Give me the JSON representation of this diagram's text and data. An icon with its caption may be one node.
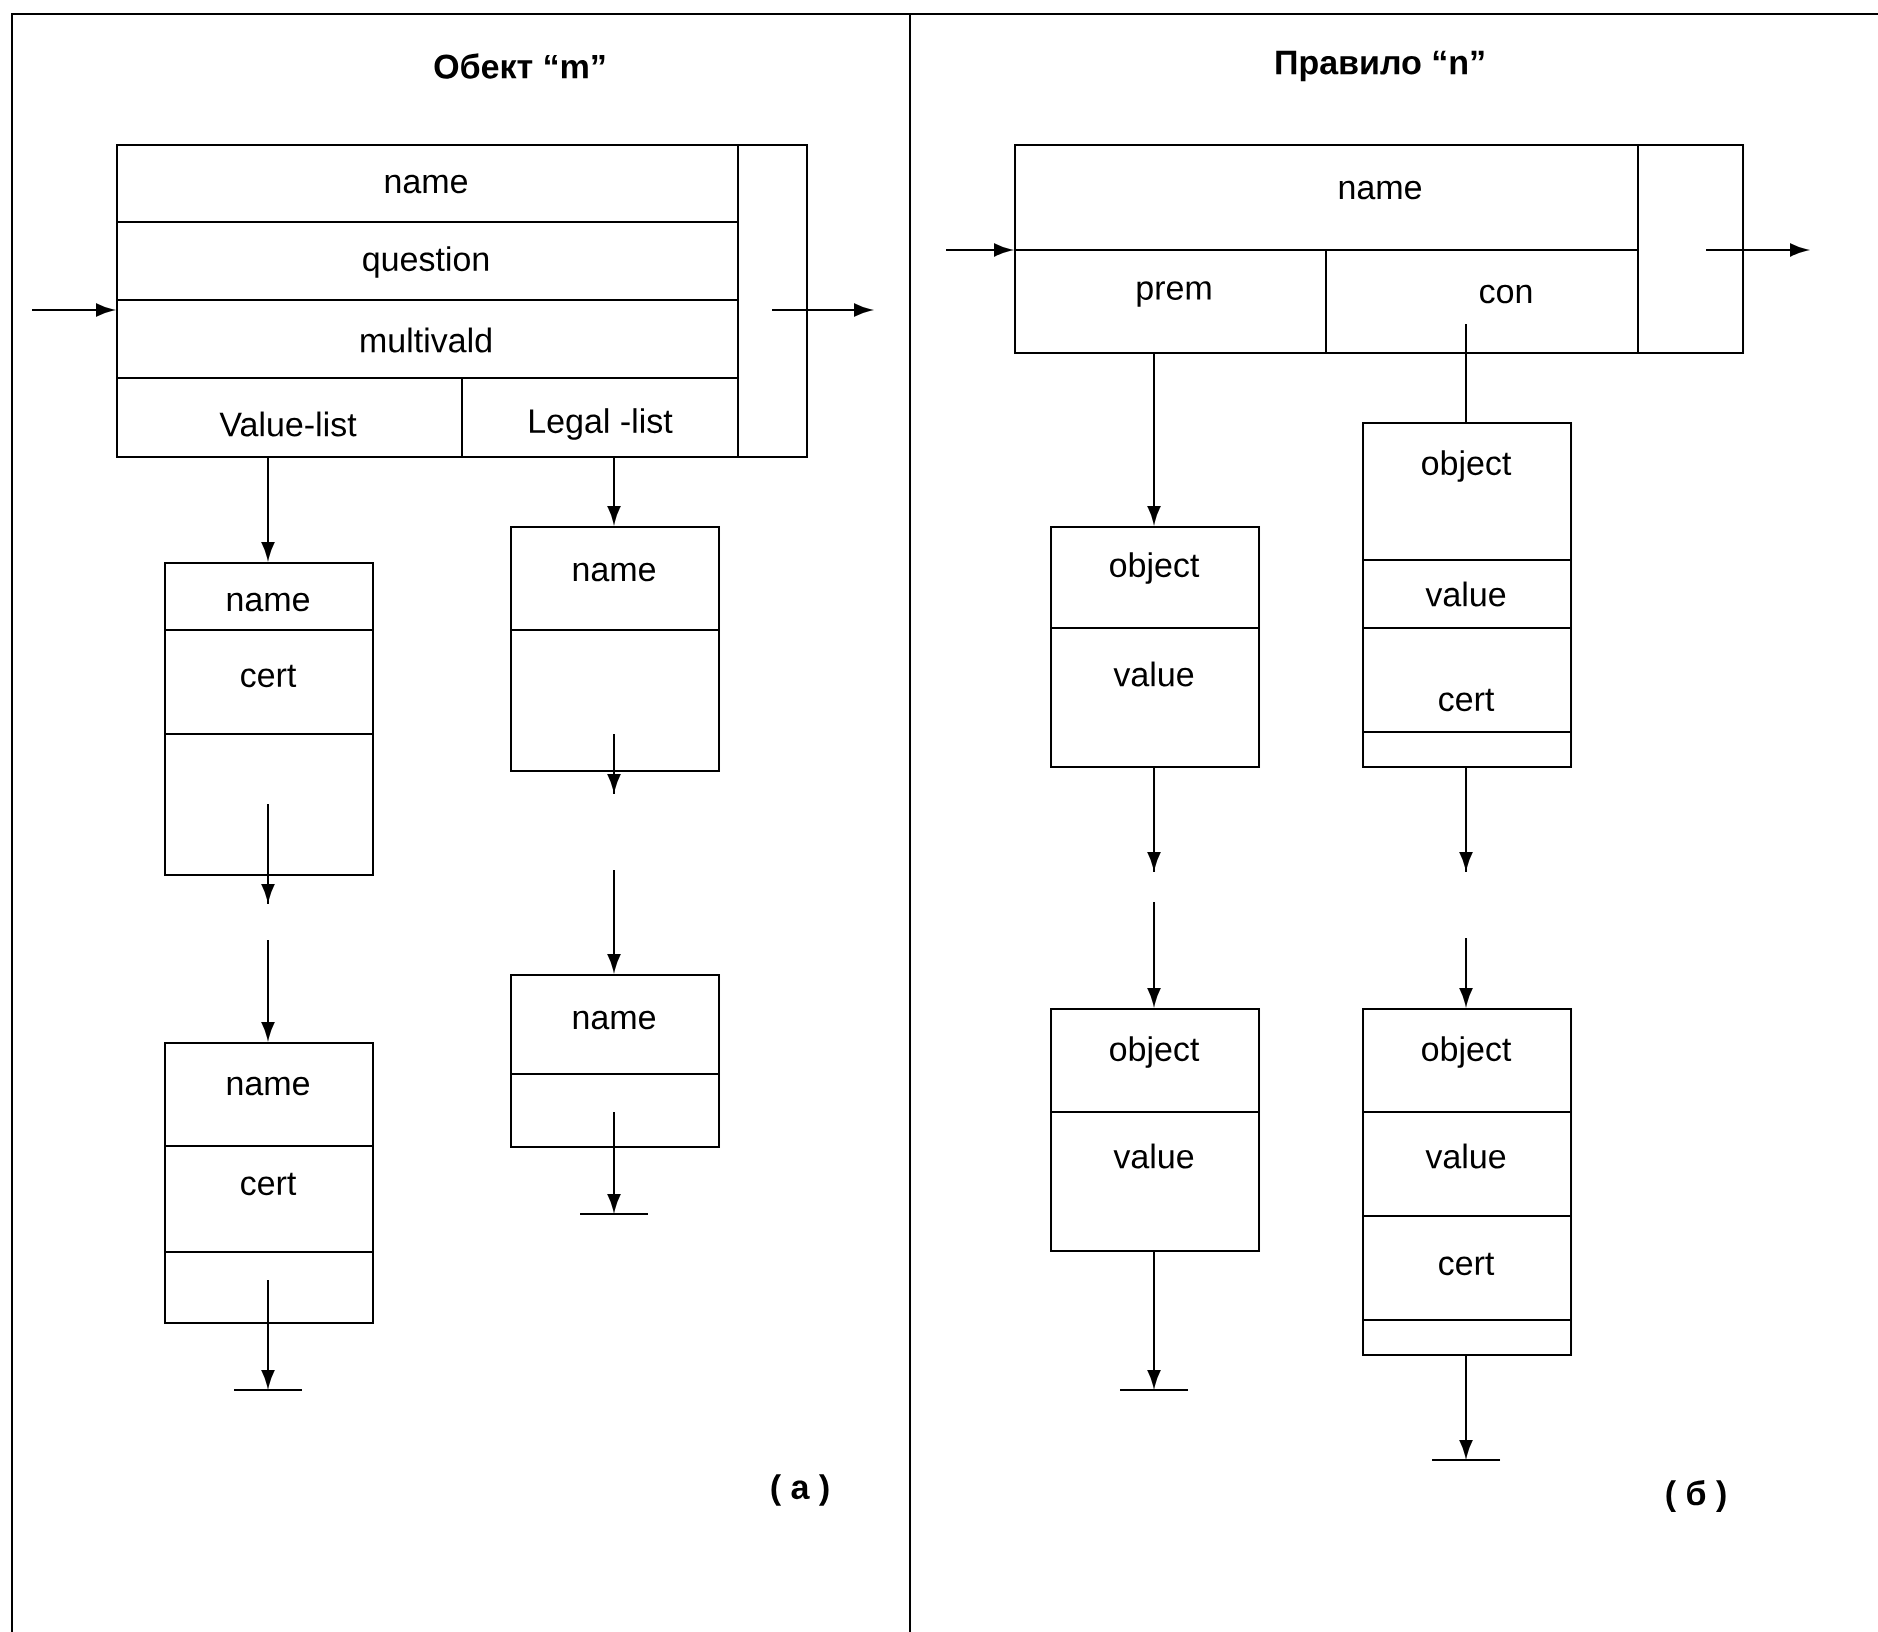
{
  "diagram": {
    "nodes": [
      {
        "text": [
          "name",
          "question",
          "multivald",
          "Value-list",
          "Legal -list"
        ]
      },
      {
        "text": [
          "name",
          "cert"
        ]
      },
      {
        "text": [
          "name"
        ]
      },
      {
        "text": [
          "name",
          "cert"
        ]
      },
      {
        "text": [
          "name"
        ]
      },
      {
        "text": [
          "name",
          "prem",
          "con"
        ]
      },
      {
        "text": [
          "object",
          "value"
        ]
      },
      {
        "text": [
          "object",
          "value",
          "cert"
        ]
      },
      {
        "text": [
          "object",
          "value"
        ]
      },
      {
        "text": [
          "object",
          "value",
          "cert"
        ]
      }
    ],
    "edges": [
      {
        "from": null,
        "to": 0,
        "arrow": "to"
      },
      {
        "from": 0,
        "to": null,
        "arrow": "to"
      },
      {
        "from": 0,
        "to": 1,
        "arrow": "to"
      },
      {
        "from": 0,
        "to": 2,
        "arrow": "to"
      },
      {
        "from": 1,
        "to": 3,
        "arrow": "to",
        "style": "dashed"
      },
      {
        "from": 2,
        "to": 4,
        "arrow": "to",
        "style": "dashed"
      },
      {
        "from": 3,
        "to": null,
        "arrow": "to"
      },
      {
        "from": 4,
        "to": null,
        "arrow": "to"
      },
      {
        "from": null,
        "to": 5,
        "arrow": "to"
      },
      {
        "from": 5,
        "to": null,
        "arrow": "to"
      },
      {
        "from": 5,
        "to": 6,
        "arrow": "to"
      },
      {
        "from": 5,
        "to": 7,
        "arrow": "none"
      },
      {
        "from": 6,
        "to": 8,
        "arrow": "to",
        "style": "dashed"
      },
      {
        "from": 7,
        "to": 9,
        "arrow": "to",
        "style": "dashed"
      },
      {
        "from": 8,
        "to": null,
        "arrow": "to"
      },
      {
        "from": 9,
        "to": null,
        "arrow": "to"
      }
    ],
    "labels": [
      "Обект “m”",
      "Правило “n”",
      "( а )",
      "( б )"
    ]
  }
}
